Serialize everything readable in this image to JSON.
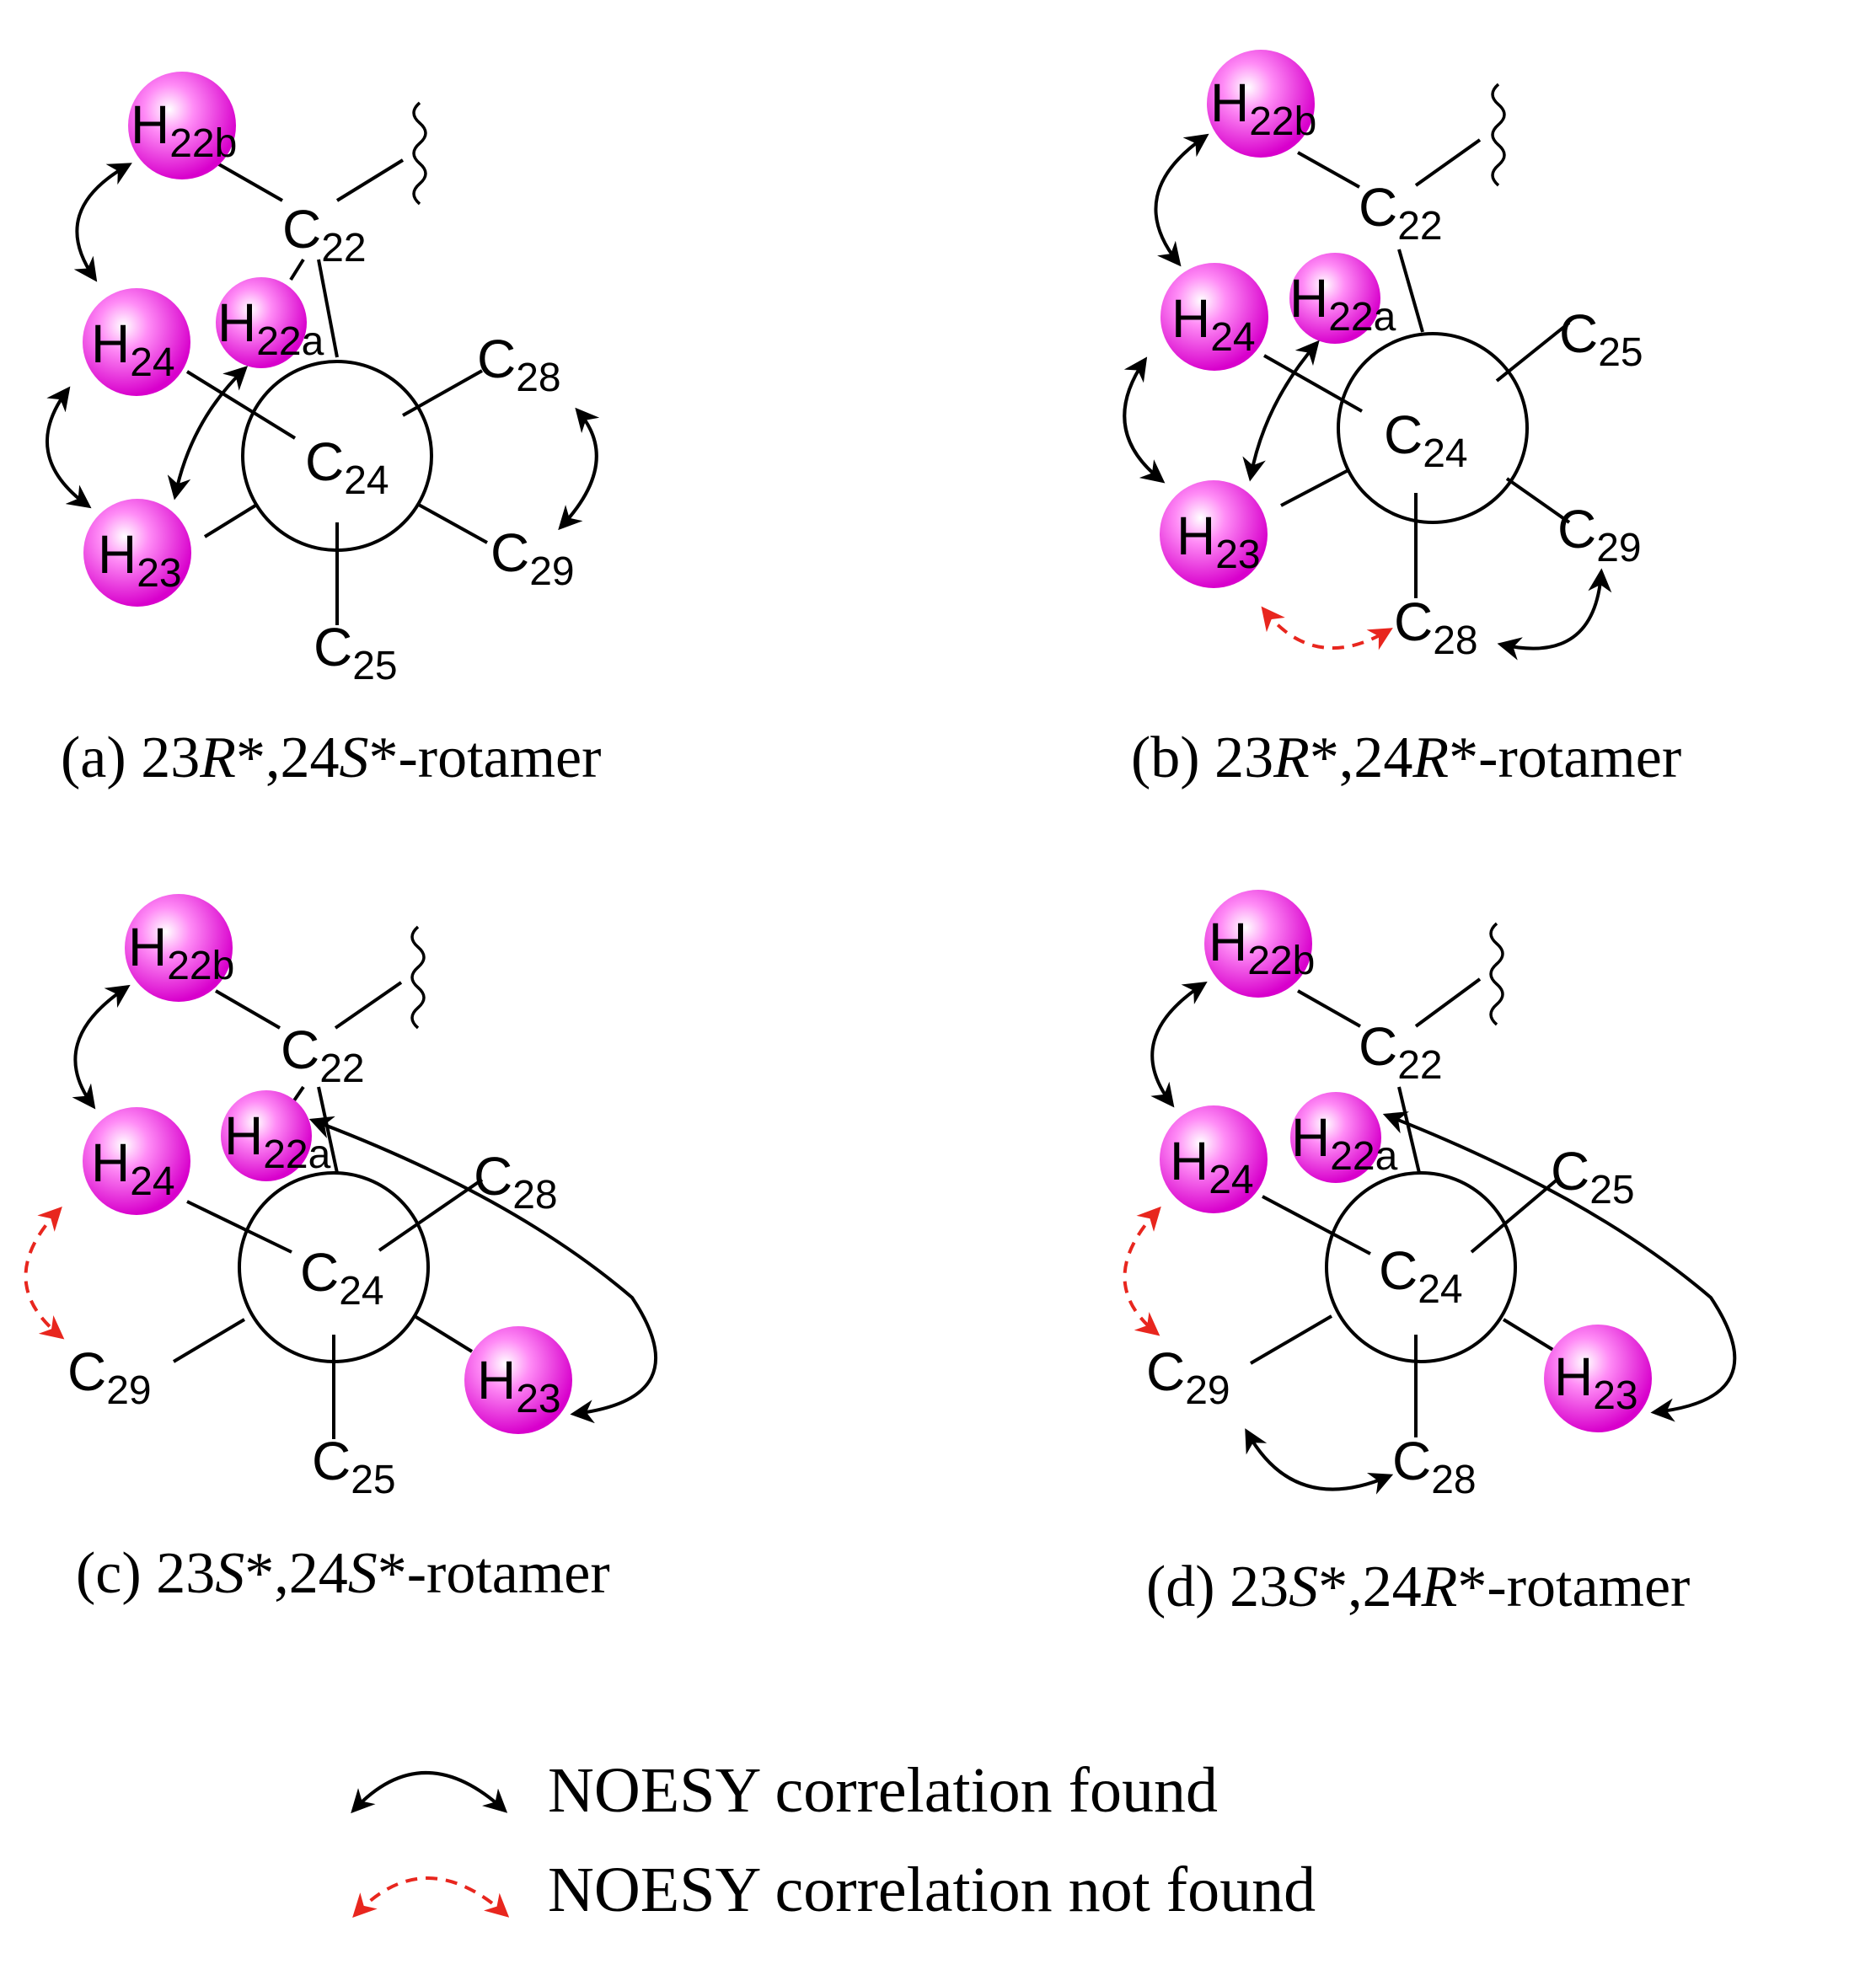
{
  "colors": {
    "h_sphere": "#e100d8",
    "found": "#000000",
    "not_found": "#e8261e"
  },
  "panels": [
    {
      "id": "a",
      "caption": {
        "prefix": "(a) 23",
        "c1": "R",
        "mid": "*,24",
        "c2": "S",
        "suffix": "*-rotamer"
      },
      "atoms": {
        "H22b": {
          "main": "H",
          "sub": "22b"
        },
        "C22": {
          "main": "C",
          "sub": "22"
        },
        "H22a": {
          "main": "H",
          "sub": "22a"
        },
        "H24": {
          "main": "H",
          "sub": "24"
        },
        "C24": {
          "main": "C",
          "sub": "24"
        },
        "C28": {
          "main": "C",
          "sub": "28"
        },
        "H23": {
          "main": "H",
          "sub": "23"
        },
        "C29": {
          "main": "C",
          "sub": "29"
        },
        "C25": {
          "main": "C",
          "sub": "25"
        }
      },
      "noe": [
        {
          "between": "H22b-H24",
          "status": "found"
        },
        {
          "between": "H24-H23",
          "status": "found"
        },
        {
          "between": "H22a-H23",
          "status": "found"
        },
        {
          "between": "C28-C29",
          "status": "found"
        }
      ]
    },
    {
      "id": "b",
      "caption": {
        "prefix": "(b) 23",
        "c1": "R",
        "mid": "*,24",
        "c2": "R",
        "suffix": "*-rotamer"
      },
      "atoms": {
        "H22b": {
          "main": "H",
          "sub": "22b"
        },
        "C22": {
          "main": "C",
          "sub": "22"
        },
        "H22a": {
          "main": "H",
          "sub": "22a"
        },
        "H24": {
          "main": "H",
          "sub": "24"
        },
        "C24": {
          "main": "C",
          "sub": "24"
        },
        "C25": {
          "main": "C",
          "sub": "25"
        },
        "H23": {
          "main": "H",
          "sub": "23"
        },
        "C29": {
          "main": "C",
          "sub": "29"
        },
        "C28": {
          "main": "C",
          "sub": "28"
        }
      },
      "noe": [
        {
          "between": "H22b-H24",
          "status": "found"
        },
        {
          "between": "H24-H23",
          "status": "found"
        },
        {
          "between": "H22a-H23",
          "status": "found"
        },
        {
          "between": "C28-C29",
          "status": "found"
        },
        {
          "between": "H23-C28",
          "status": "not_found"
        }
      ]
    },
    {
      "id": "c",
      "caption": {
        "prefix": "(c) 23",
        "c1": "S",
        "mid": "*,24",
        "c2": "S",
        "suffix": "*-rotamer"
      },
      "atoms": {
        "H22b": {
          "main": "H",
          "sub": "22b"
        },
        "C22": {
          "main": "C",
          "sub": "22"
        },
        "H22a": {
          "main": "H",
          "sub": "22a"
        },
        "H24": {
          "main": "H",
          "sub": "24"
        },
        "C24": {
          "main": "C",
          "sub": "24"
        },
        "C28": {
          "main": "C",
          "sub": "28"
        },
        "C29": {
          "main": "C",
          "sub": "29"
        },
        "H23": {
          "main": "H",
          "sub": "23"
        },
        "C25": {
          "main": "C",
          "sub": "25"
        }
      },
      "noe": [
        {
          "between": "H22b-H24",
          "status": "found"
        },
        {
          "between": "H22a-H23",
          "status": "found"
        },
        {
          "between": "H24-C29",
          "status": "not_found"
        }
      ]
    },
    {
      "id": "d",
      "caption": {
        "prefix": "(d) 23",
        "c1": "S",
        "mid": "*,24",
        "c2": "R",
        "suffix": "*-rotamer"
      },
      "atoms": {
        "H22b": {
          "main": "H",
          "sub": "22b"
        },
        "C22": {
          "main": "C",
          "sub": "22"
        },
        "H22a": {
          "main": "H",
          "sub": "22a"
        },
        "H24": {
          "main": "H",
          "sub": "24"
        },
        "C24": {
          "main": "C",
          "sub": "24"
        },
        "C25": {
          "main": "C",
          "sub": "25"
        },
        "C29": {
          "main": "C",
          "sub": "29"
        },
        "H23": {
          "main": "H",
          "sub": "23"
        },
        "C28": {
          "main": "C",
          "sub": "28"
        }
      },
      "noe": [
        {
          "between": "H22b-H24",
          "status": "found"
        },
        {
          "between": "H22a-H23",
          "status": "found"
        },
        {
          "between": "C29-C28",
          "status": "found"
        },
        {
          "between": "H24-C29",
          "status": "not_found"
        }
      ]
    }
  ],
  "legend": {
    "found": "NOESY correlation found",
    "not_found": "NOESY correlation not found"
  }
}
